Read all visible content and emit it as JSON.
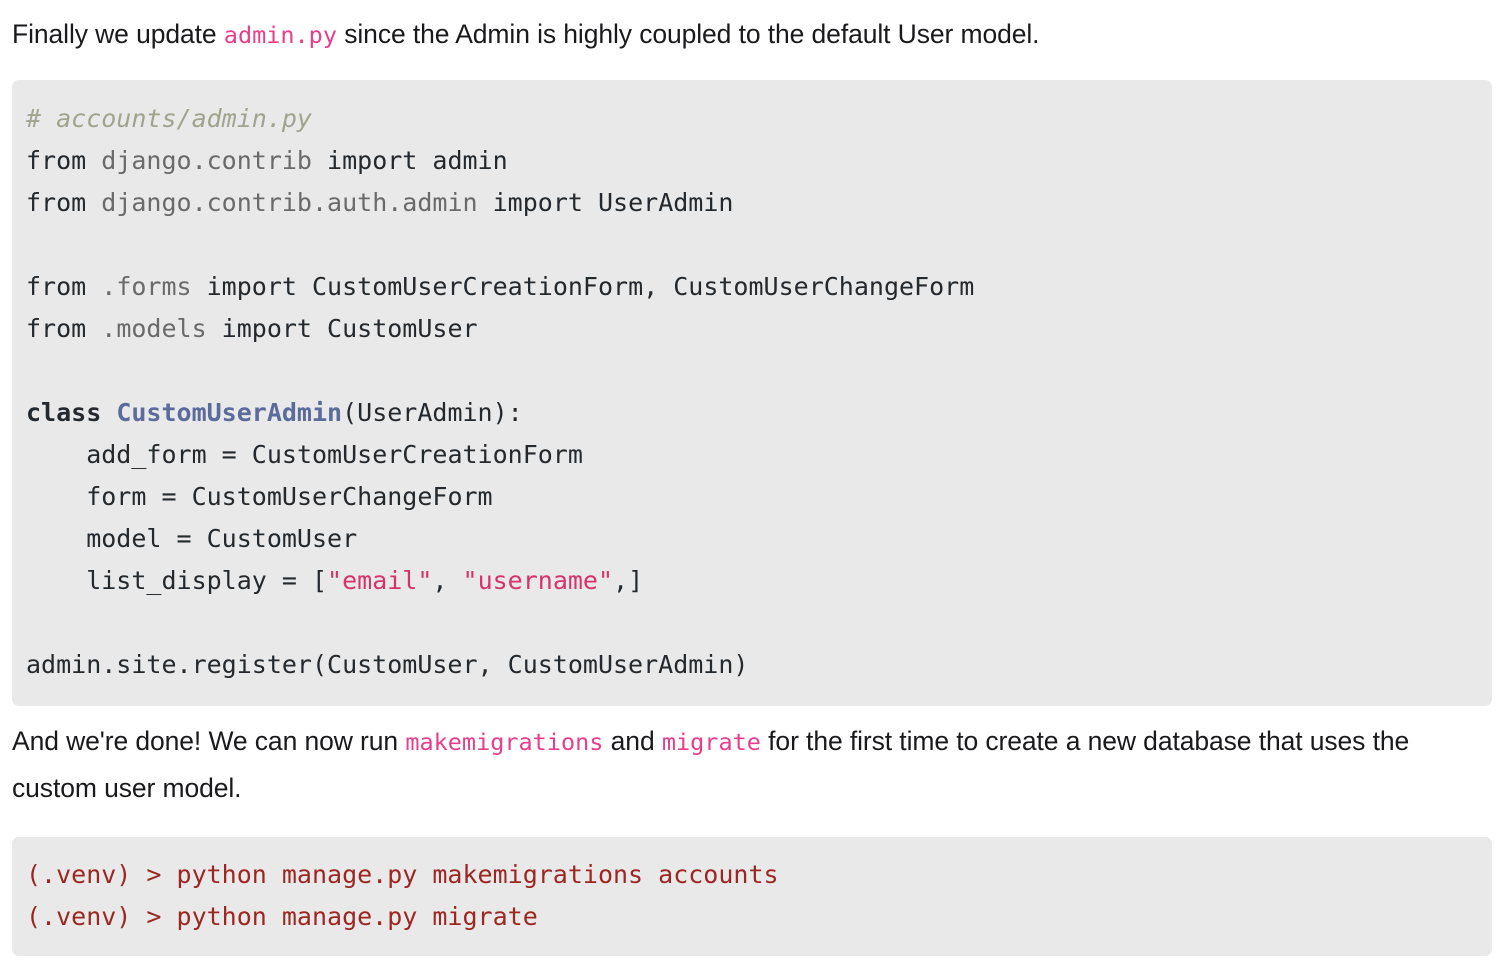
{
  "theme": {
    "page_background": "#ffffff",
    "code_background": "#e9e9e9",
    "text_color": "#1a1a1d",
    "inline_code_color": "#e83e8c",
    "comment_color": "#a0a48f",
    "class_name_color": "#5b6b9b",
    "string_color": "#d6336c",
    "module_color": "#6a6a6a",
    "terminal_text_color": "#9c2722"
  },
  "paragraph_1": {
    "part_1": "Finally we update ",
    "code_1": "admin.py",
    "part_2": " since the Admin is highly coupled to the default User model."
  },
  "code_block_1": {
    "language": "python",
    "lines": [
      {
        "segments": [
          {
            "text": "# accounts/admin.py",
            "token": "comment"
          }
        ]
      },
      {
        "segments": [
          {
            "text": "from ",
            "token": "kw"
          },
          {
            "text": "django.contrib",
            "token": "mod"
          },
          {
            "text": " import ",
            "token": "kw"
          },
          {
            "text": "admin",
            "token": "plain"
          }
        ]
      },
      {
        "segments": [
          {
            "text": "from ",
            "token": "kw"
          },
          {
            "text": "django.contrib.auth.admin",
            "token": "mod"
          },
          {
            "text": " import ",
            "token": "kw"
          },
          {
            "text": "UserAdmin",
            "token": "plain"
          }
        ]
      },
      {
        "segments": [
          {
            "text": "",
            "token": "plain"
          }
        ]
      },
      {
        "segments": [
          {
            "text": "from ",
            "token": "kw"
          },
          {
            "text": ".forms",
            "token": "mod"
          },
          {
            "text": " import ",
            "token": "kw"
          },
          {
            "text": "CustomUserCreationForm, CustomUserChangeForm",
            "token": "plain"
          }
        ]
      },
      {
        "segments": [
          {
            "text": "from ",
            "token": "kw"
          },
          {
            "text": ".models",
            "token": "mod"
          },
          {
            "text": " import ",
            "token": "kw"
          },
          {
            "text": "CustomUser",
            "token": "plain"
          }
        ]
      },
      {
        "segments": [
          {
            "text": "",
            "token": "plain"
          }
        ]
      },
      {
        "segments": [
          {
            "text": "class ",
            "token": "kw-b"
          },
          {
            "text": "CustomUserAdmin",
            "token": "name"
          },
          {
            "text": "(UserAdmin):",
            "token": "plain"
          }
        ]
      },
      {
        "segments": [
          {
            "text": "    add_form ",
            "token": "plain"
          },
          {
            "text": "=",
            "token": "op"
          },
          {
            "text": " CustomUserCreationForm",
            "token": "plain"
          }
        ]
      },
      {
        "segments": [
          {
            "text": "    form ",
            "token": "plain"
          },
          {
            "text": "=",
            "token": "op"
          },
          {
            "text": " CustomUserChangeForm",
            "token": "plain"
          }
        ]
      },
      {
        "segments": [
          {
            "text": "    model ",
            "token": "plain"
          },
          {
            "text": "=",
            "token": "op"
          },
          {
            "text": " CustomUser",
            "token": "plain"
          }
        ]
      },
      {
        "segments": [
          {
            "text": "    list_display ",
            "token": "plain"
          },
          {
            "text": "=",
            "token": "op"
          },
          {
            "text": " [",
            "token": "plain"
          },
          {
            "text": "\"email\"",
            "token": "str"
          },
          {
            "text": ", ",
            "token": "plain"
          },
          {
            "text": "\"username\"",
            "token": "str"
          },
          {
            "text": ",]",
            "token": "plain"
          }
        ]
      },
      {
        "segments": [
          {
            "text": "",
            "token": "plain"
          }
        ]
      },
      {
        "segments": [
          {
            "text": "admin.site.register(CustomUser, CustomUserAdmin)",
            "token": "plain"
          }
        ]
      }
    ]
  },
  "paragraph_2": {
    "part_1": "And we're done! We can now run ",
    "code_1": "makemigrations",
    "part_2": " and ",
    "code_2": "migrate",
    "part_3": " for the first time to create a new database that uses the custom user model."
  },
  "code_block_2": {
    "language": "shell",
    "lines": [
      "(.venv) > python manage.py makemigrations accounts",
      "(.venv) > python manage.py migrate"
    ]
  }
}
